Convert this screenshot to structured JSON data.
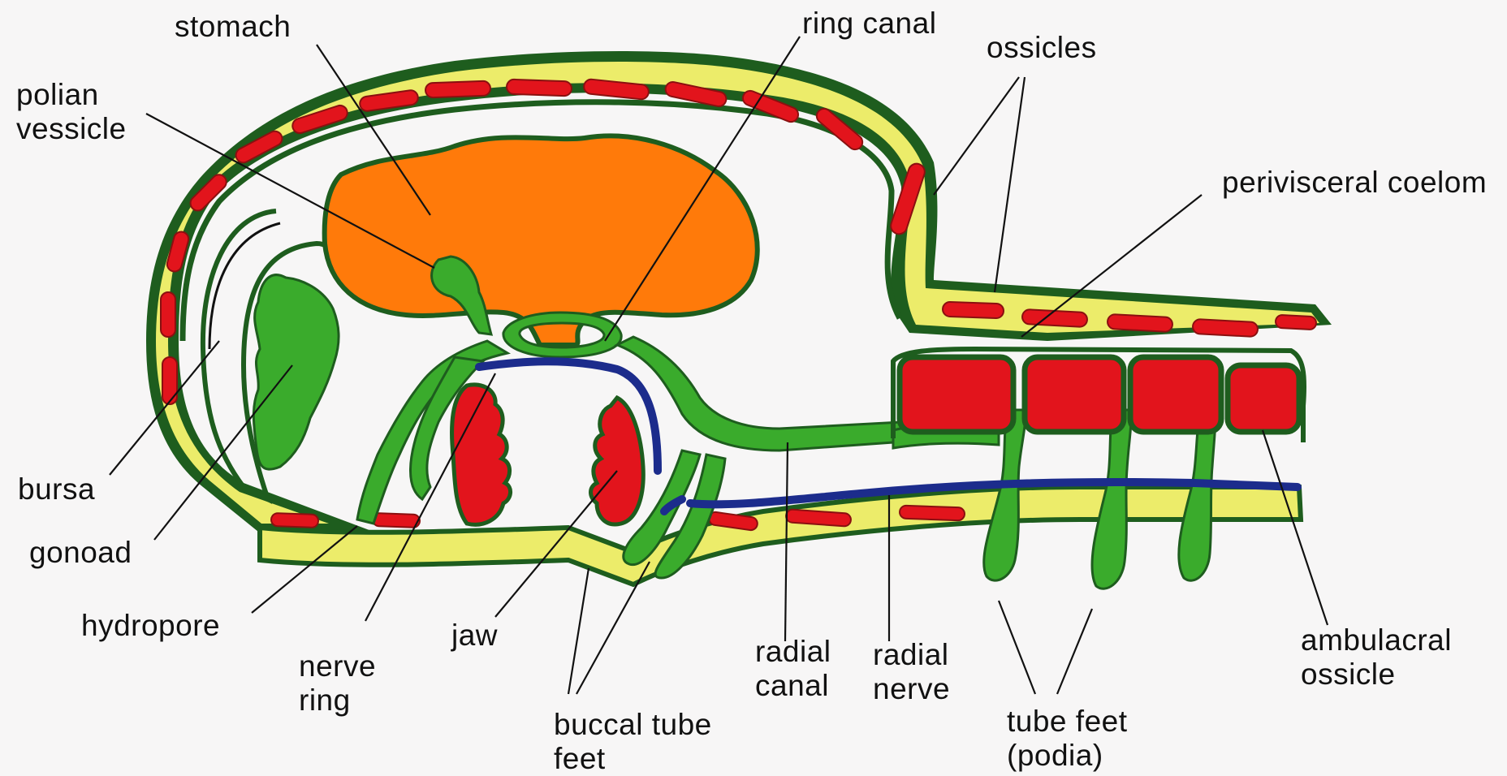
{
  "labels": {
    "stomach": "stomach",
    "ring_canal": "ring canal",
    "ossicles": "ossicles",
    "polian_vessicle": [
      "polian",
      "vessicle"
    ],
    "perivisceral_coelom": "perivisceral coelom",
    "bursa": "bursa",
    "gonoad": "gonoad",
    "hydropore": "hydropore",
    "nerve_ring": [
      "nerve",
      "ring"
    ],
    "jaw": "jaw",
    "buccal_tube_feet": [
      "buccal tube",
      "feet"
    ],
    "radial_canal": [
      "radial",
      "canal"
    ],
    "radial_nerve": [
      "radial",
      "nerve"
    ],
    "tube_feet": [
      "tube feet",
      "(podia)"
    ],
    "ambulacral_ossicle": [
      "ambulacral",
      "ossicle"
    ]
  },
  "colors": {
    "background": "#f7f6f6",
    "body_wall": "#ecec6a",
    "ossicle_red": "#e2141c",
    "coelom_green": "#1e5d1e",
    "water_vascular_green": "#3aab2c",
    "stomach_orange": "#ff7a0a",
    "nerve_blue": "#1c2c8c",
    "outline": "#111111"
  }
}
